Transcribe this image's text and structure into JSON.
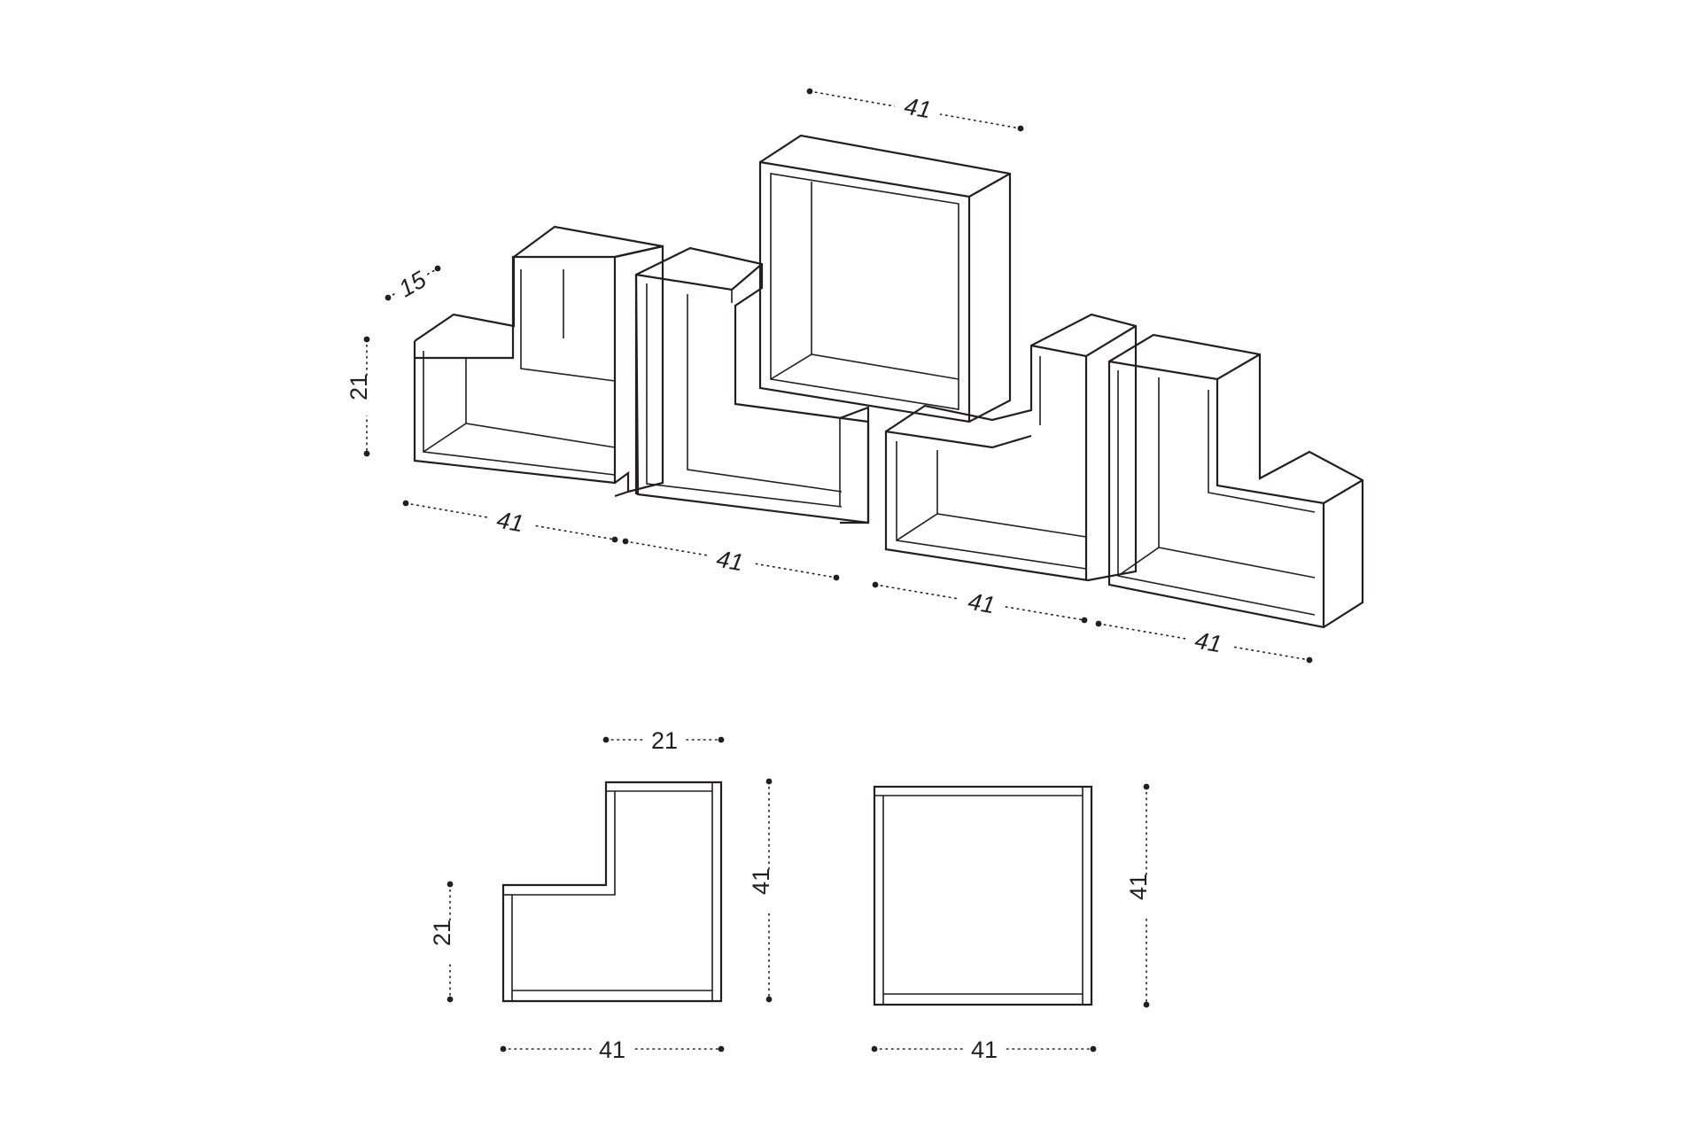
{
  "dimensions": {
    "top_width": "41",
    "depth": "15",
    "height_left": "21",
    "bottom_width_1": "41",
    "bottom_width_2": "41",
    "bottom_width_3": "41",
    "bottom_width_4": "41",
    "l_shelf_top_width": "21",
    "l_shelf_height_right": "41",
    "l_shelf_height_left": "21",
    "l_shelf_width": "41",
    "square_shelf_height": "41",
    "square_shelf_width": "41"
  },
  "colors": {
    "line": "#231f20",
    "background": "#ffffff"
  }
}
